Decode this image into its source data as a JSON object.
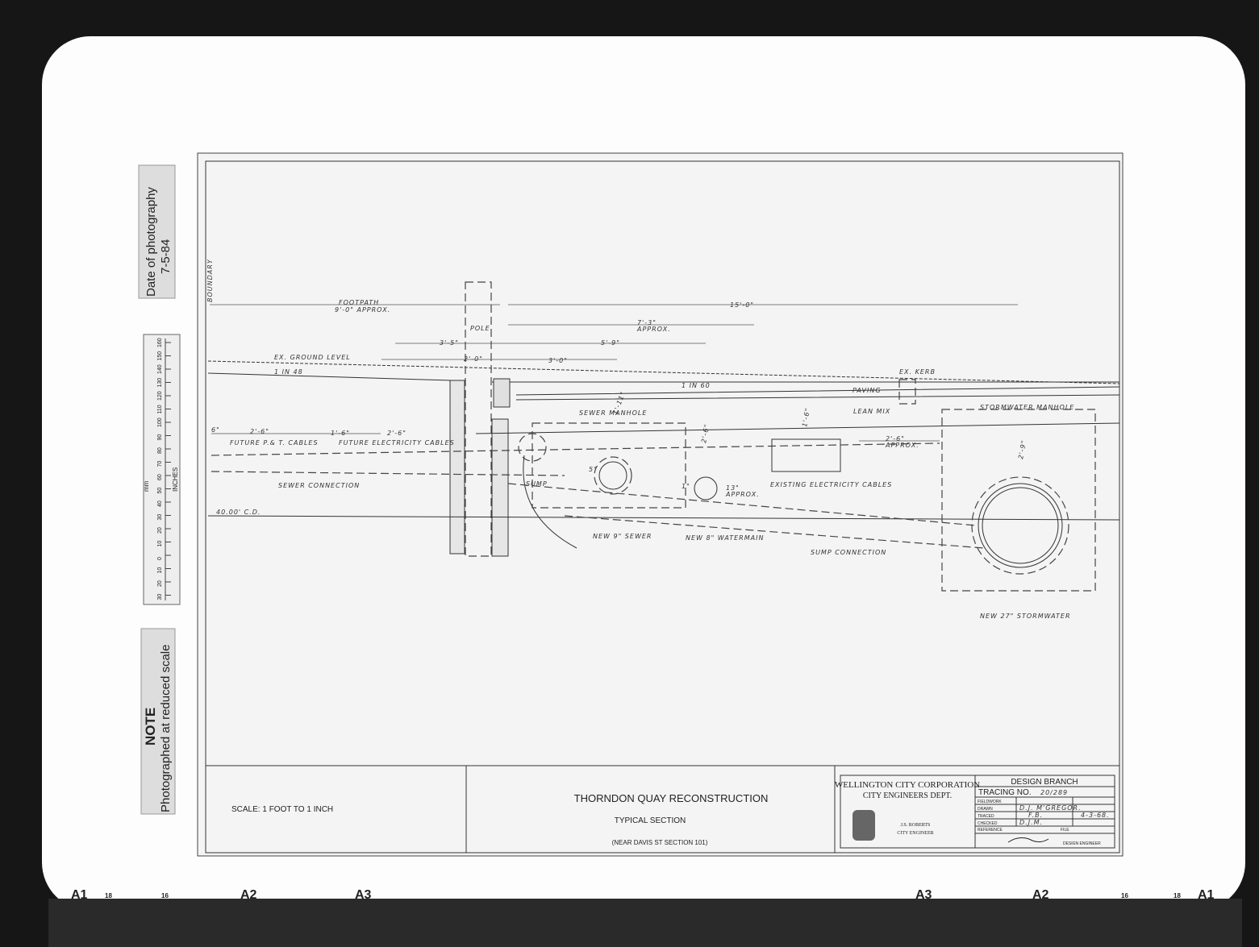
{
  "side_labels": {
    "date_heading": "Date of photography",
    "date_value": "7-5-84",
    "ruler_mm": "mm",
    "ruler_inches": "INCHES",
    "ruler_mm_ticks": [
      "160",
      "150",
      "140",
      "130",
      "120",
      "110",
      "100",
      "90",
      "80",
      "70",
      "60",
      "50",
      "40",
      "30",
      "20",
      "10",
      "0",
      "10",
      "20",
      "30"
    ],
    "note_heading": "NOTE",
    "note_text": "Photographed at reduced scale"
  },
  "drawing": {
    "boundary": "BOUNDARY",
    "footpath": "FOOTPATH",
    "footpath_dim": "9'-0\" APPROX.",
    "dim_15_0": "15'-0\"",
    "dim_7_3": "7'-3\"",
    "approx": "APPROX.",
    "pole": "POLE",
    "dim_3_5": "3'-5\"",
    "dim_5_9": "5'-9\"",
    "dim_2_0": "2'-0\"",
    "dim_3_0": "3'-0\"",
    "ex_ground_level": "EX. GROUND LEVEL",
    "slope_48": "1 IN 48",
    "slope_60": "1 IN 60",
    "ex_kerb": "EX. KERB",
    "paving": "PAVING",
    "lean_mix": "LEAN MIX",
    "dim_1_6_vert": "1'-6\"",
    "sewer_manhole": "SEWER MANHOLE",
    "dim_1_11": "1'-11\"",
    "dim_2_6_vert": "2'-6\"",
    "stormwater_manhole": "STORMWATER MANHOLE",
    "dim_2_9": "2'-9\"",
    "dim_6": "6\"",
    "dim_2_6_a": "2'-6\"",
    "future_pt_cables": "FUTURE P.& T. CABLES",
    "dim_1_6": "1'-6\"",
    "dim_2_6_b": "2'-6\"",
    "future_electricity_cables": "FUTURE ELECTRICITY CABLES",
    "dim_2_6_approx": "2'-6\"",
    "sewer_connection": "SEWER CONNECTION",
    "sump": "SUMP",
    "dim_5": "5\"",
    "dim_1": "1\"",
    "dim_13": "13\"",
    "existing_electricity_cables": "EXISTING ELECTRICITY CABLES",
    "datum": "40.00' C.D.",
    "new_9_sewer": "NEW 9\" SEWER",
    "new_8_watermain": "NEW 8\" WATERMAIN",
    "sump_connection": "SUMP CONNECTION",
    "new_27_stormwater": "NEW 27\" STORMWATER"
  },
  "title_block": {
    "scale": "SCALE: 1 FOOT TO 1 INCH",
    "title": "THORNDON QUAY RECONSTRUCTION",
    "subtitle": "TYPICAL SECTION",
    "location": "(NEAR DAVIS ST SECTION 101)",
    "org_name": "WELLINGTON CITY CORPORATION",
    "org_dept": "CITY ENGINEERS DEPT.",
    "engineer_name": "J.S. ROBERTS",
    "engineer_title": "CITY ENGINEER",
    "branch": "DESIGN BRANCH",
    "tracing_label": "TRACING NO.",
    "tracing_no": "20/289",
    "fieldwork_label": "FIELDWORK",
    "drawn_label": "DRAWN",
    "drawn_value": "D.J. M'GREGOR.",
    "traced_label": "TRACED",
    "traced_value": "F.B.",
    "date_value": "4-3-68.",
    "checked_label": "CHECKED",
    "checked_value": "D.J.M.",
    "reference_label": "REFERENCE",
    "file_label": "FILE",
    "design_engineer": "DESIGN ENGINEER"
  },
  "frame_marks": [
    "A1",
    "18",
    "16",
    "A2",
    "A3",
    "A3",
    "A2",
    "16",
    "18",
    "A1"
  ]
}
